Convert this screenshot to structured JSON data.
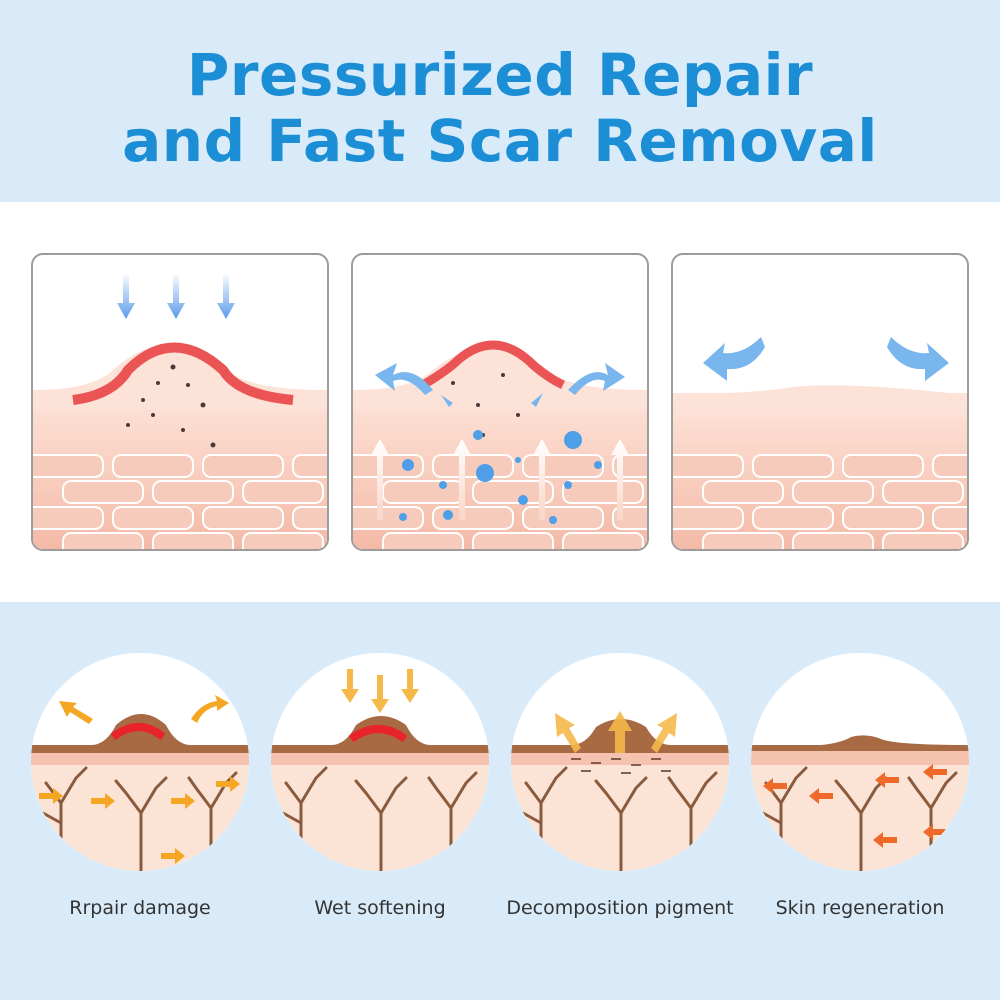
{
  "title": {
    "line1": "Pressurized Repair",
    "line2": "and Fast Scar Removal"
  },
  "panels": [
    {
      "name": "pressure-panel",
      "icon": "down-arrows-icon"
    },
    {
      "name": "release-panel",
      "icon": "curved-arrows-outward-icon"
    },
    {
      "name": "flattened-panel",
      "icon": "curved-arrows-down-icon"
    }
  ],
  "steps": [
    {
      "label": "Rrpair damage"
    },
    {
      "label": "Wet softening"
    },
    {
      "label": "Decomposition pigment"
    },
    {
      "label": "Skin regeneration"
    }
  ],
  "colors": {
    "title": "#1c8ed6",
    "background_band": "#d9ebf8",
    "skin": "#f7c7b5",
    "scar": "#e84a4a",
    "arrow_blue": "#5b9bea",
    "arrow_orange": "#f5a623",
    "vein": "#8a5a3c"
  }
}
